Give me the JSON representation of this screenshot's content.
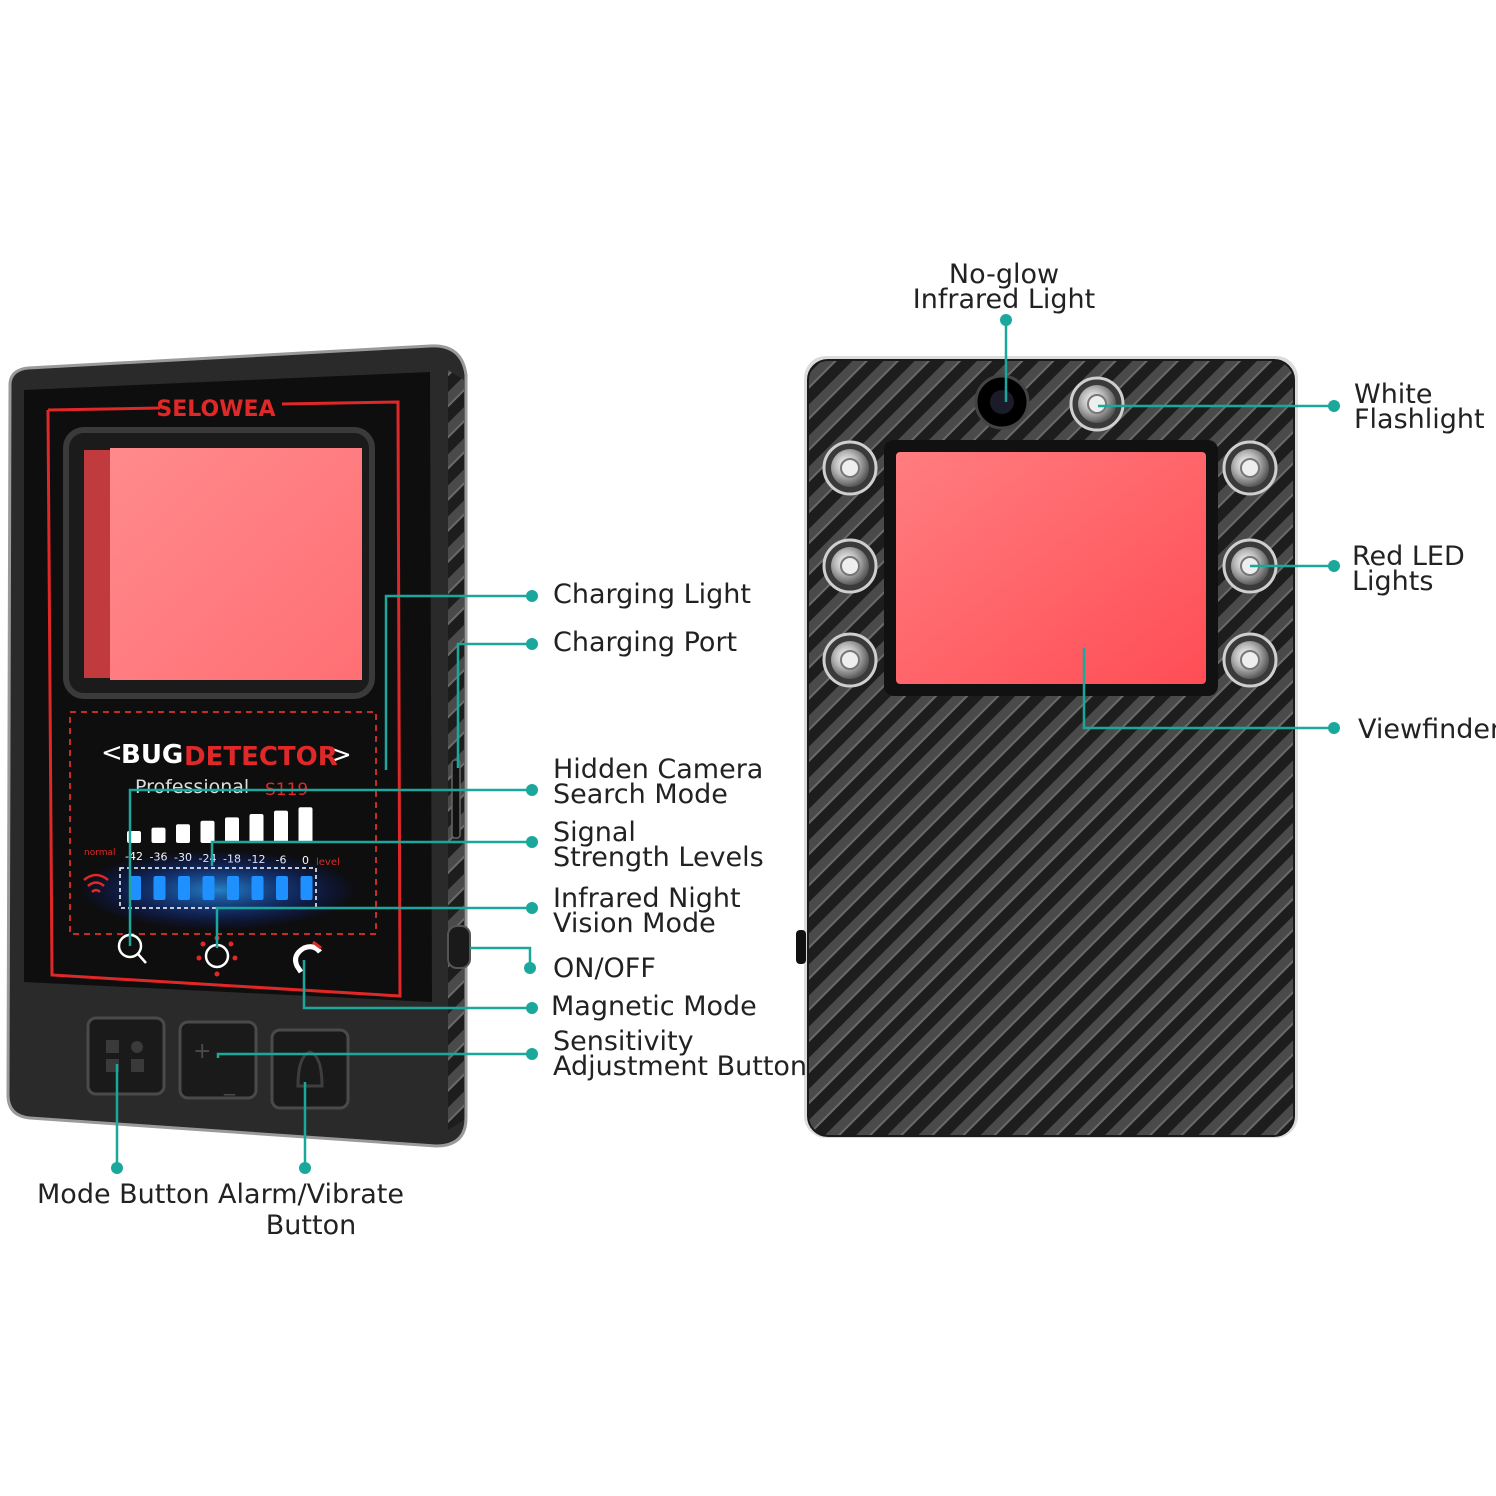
{
  "front_device": {
    "brand": "SELOWEA",
    "title_left": "BUG",
    "title_right": "DETECTOR",
    "subtitle": "Professional",
    "model": "S119",
    "scale_left_label": "normal",
    "scale_right_label": "level",
    "scale_values": [
      "-42",
      "-36",
      "-30",
      "-24",
      "-18",
      "-12",
      "-6",
      "0"
    ]
  },
  "labels": {
    "charging_light": "Charging Light",
    "charging_port": "Charging Port",
    "hidden_camera_1": "Hidden Camera",
    "hidden_camera_2": "Search Mode",
    "signal_1": "Signal",
    "signal_2": "Strength Levels",
    "infrared_1": "Infrared Night",
    "infrared_2": "Vision Mode",
    "on_off": "ON/OFF",
    "magnetic": "Magnetic Mode",
    "sensitivity_1": "Sensitivity",
    "sensitivity_2": "Adjustment Button",
    "mode_button": "Mode Button",
    "alarm_1": "Alarm/Vibrate",
    "alarm_2": "Button",
    "noglow_1": "No-glow",
    "noglow_2": "Infrared Light",
    "white_1": "White",
    "white_2": "Flashlight",
    "redled_1": "Red LED",
    "redled_2": "Lights",
    "viewfinder": "Viewfinder"
  },
  "colors": {
    "callout": "#1ba89c",
    "viewfinder_red": "#ff5f66",
    "brand_red": "#e02828",
    "led_blue": "#1e90ff"
  }
}
